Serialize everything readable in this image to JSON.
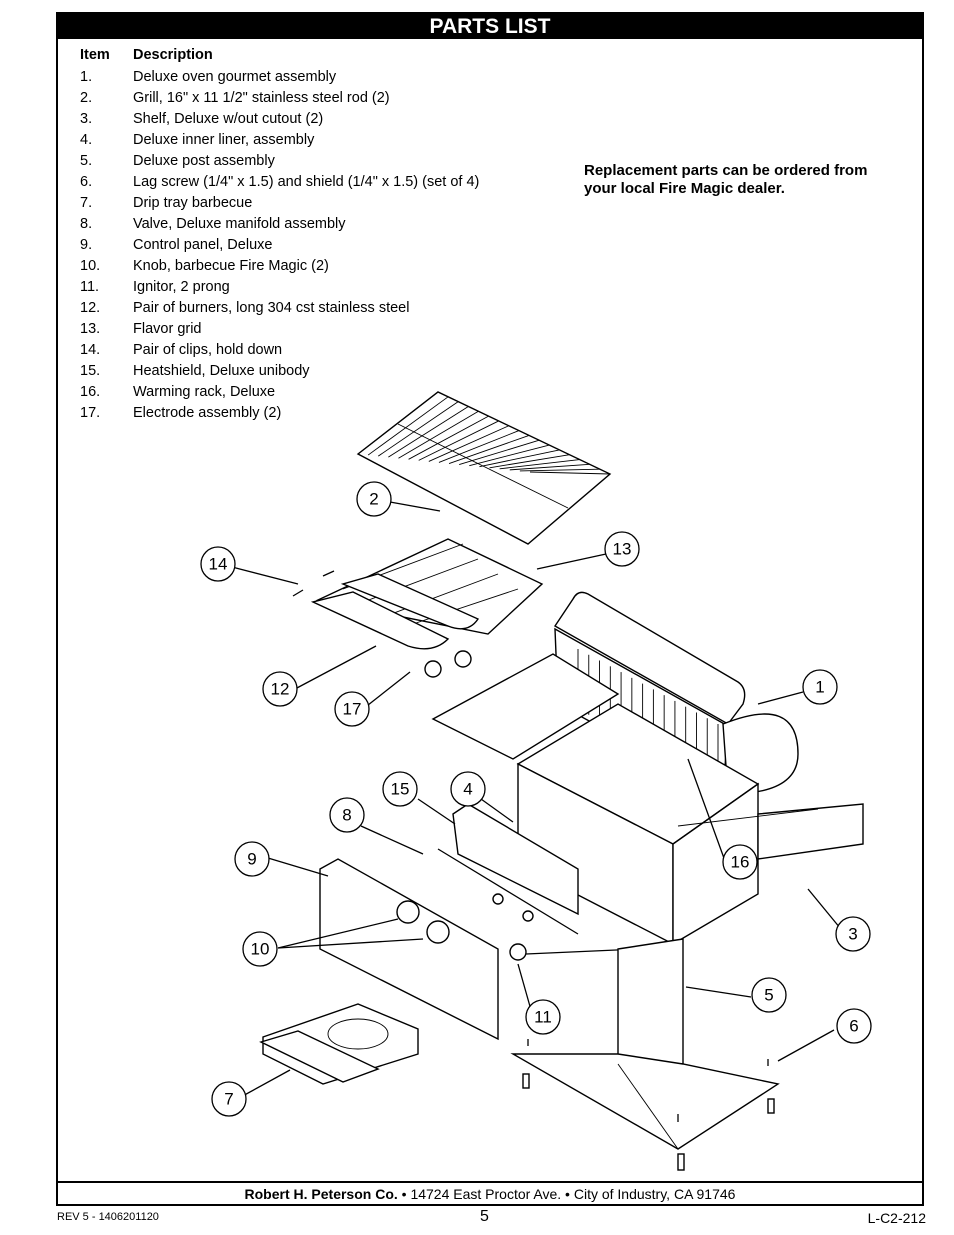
{
  "title": "PARTS LIST",
  "header": {
    "item": "Item",
    "description": "Description"
  },
  "parts": [
    {
      "num": "1.",
      "desc": "Deluxe oven gourmet assembly"
    },
    {
      "num": "2.",
      "desc": "Grill, 16\" x 11 1/2\" stainless steel rod (2)"
    },
    {
      "num": "3.",
      "desc": "Shelf, Deluxe w/out cutout (2)"
    },
    {
      "num": "4.",
      "desc": "Deluxe inner liner, assembly"
    },
    {
      "num": "5.",
      "desc": "Deluxe post assembly"
    },
    {
      "num": "6.",
      "desc": "Lag screw (1/4\" x 1.5) and shield (1/4\" x 1.5) (set of 4)"
    },
    {
      "num": "7.",
      "desc": "Drip tray barbecue"
    },
    {
      "num": "8.",
      "desc": "Valve, Deluxe manifold assembly"
    },
    {
      "num": "9.",
      "desc": "Control panel, Deluxe"
    },
    {
      "num": "10.",
      "desc": "Knob, barbecue Fire Magic (2)"
    },
    {
      "num": "11.",
      "desc": "Ignitor, 2 prong"
    },
    {
      "num": "12.",
      "desc": "Pair of burners, long 304 cst stainless steel"
    },
    {
      "num": "13.",
      "desc": "Flavor grid"
    },
    {
      "num": "14.",
      "desc": "Pair of clips, hold down"
    },
    {
      "num": "15.",
      "desc": "Heatshield, Deluxe unibody"
    },
    {
      "num": "16.",
      "desc": "Warming rack, Deluxe"
    },
    {
      "num": "17.",
      "desc": "Electrode assembly (2)"
    }
  ],
  "note": "Replacement parts can be ordered from your local Fire Magic dealer.",
  "callouts": [
    "1",
    "2",
    "3",
    "4",
    "5",
    "6",
    "7",
    "8",
    "9",
    "10",
    "11",
    "12",
    "13",
    "14",
    "15",
    "16",
    "17"
  ],
  "footer": {
    "company": "Robert H. Peterson Co.",
    "address": " • 14724 East Proctor Ave. • City of Industry, CA 91746"
  },
  "revision": "REV 5 - 1406201120",
  "page_number": "5",
  "doc_code": "L-C2-212"
}
